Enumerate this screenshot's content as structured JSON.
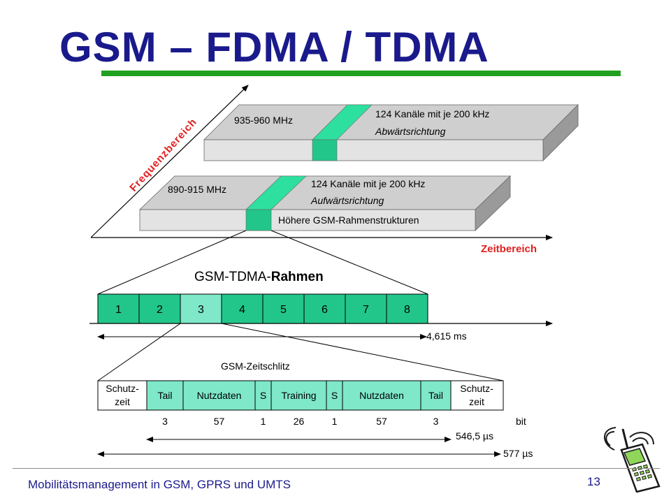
{
  "slide": {
    "title": "GSM – FDMA / TDMA",
    "footer": "Mobilitätsmanagement in GSM, GPRS und UMTS",
    "page_number": "13"
  },
  "fdma": {
    "frequency_axis_label": "Frequenzbereich",
    "time_axis_label": "Zeitbereich",
    "downlink": {
      "band": "935-960 MHz",
      "channels": "124 Kanäle mit je 200 kHz",
      "direction": "Abwärtsrichtung"
    },
    "uplink": {
      "band": "890-915 MHz",
      "channels": "124 Kanäle mit je 200 kHz",
      "direction": "Aufwärtsrichtung",
      "frame_label": "Höhere GSM-Rahmenstrukturen"
    }
  },
  "tdma_frame": {
    "title_prefix": "GSM-TDMA-",
    "title_bold": "Rahmen",
    "slots": [
      "1",
      "2",
      "3",
      "4",
      "5",
      "6",
      "7",
      "8"
    ],
    "duration": "4,615 ms"
  },
  "timeslot": {
    "title": "GSM-Zeitschlitz",
    "guard_left": [
      "Schutz-",
      "zeit"
    ],
    "guard_right": [
      "Schutz-",
      "zeit"
    ],
    "fields": [
      "Tail",
      "Nutzdaten",
      "S",
      "Training",
      "S",
      "Nutzdaten",
      "Tail"
    ],
    "bits": [
      "3",
      "57",
      "1",
      "26",
      "1",
      "57",
      "3"
    ],
    "bit_unit": "bit",
    "burst_duration": "546,5 µs",
    "slot_duration": "577 µs"
  },
  "colors": {
    "title": "#1a1a8c",
    "title_rule": "#22a020",
    "slot_green": "#22c68a",
    "slot_light": "#7ee8c8",
    "band_front": "#e3e3e3",
    "band_top": "#cfcfcf",
    "band_side": "#9a9a9a",
    "axis_label_red": "#e02020"
  },
  "icons": [
    "mobile-phone-icon"
  ]
}
